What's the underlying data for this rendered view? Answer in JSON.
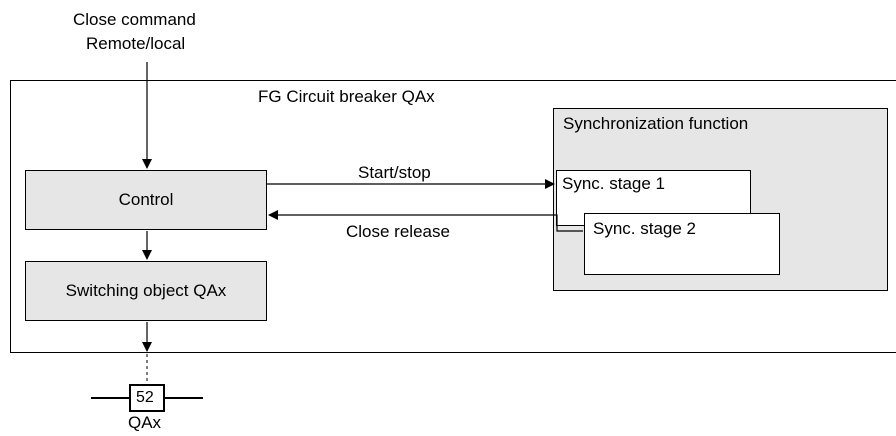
{
  "command_input": {
    "line1": "Close command",
    "line2": "Remote/local"
  },
  "function_group": {
    "prefix": "FG",
    "title": "Circuit breaker QAx"
  },
  "control": {
    "label": "Control"
  },
  "switching_object": {
    "label": "Switching object QAx"
  },
  "sync_function": {
    "title": "Synchronization function"
  },
  "sync_stage_1": {
    "label": "Sync. stage 1"
  },
  "sync_stage_2": {
    "label": "Sync. stage 2"
  },
  "arrows": {
    "start_stop": "Start/stop",
    "close_release": "Close release"
  },
  "breaker_symbol": {
    "number": "52",
    "label": "QAx"
  },
  "colors": {
    "box_fill": "#e6e6e6",
    "line": "#000000",
    "background": "#ffffff"
  }
}
